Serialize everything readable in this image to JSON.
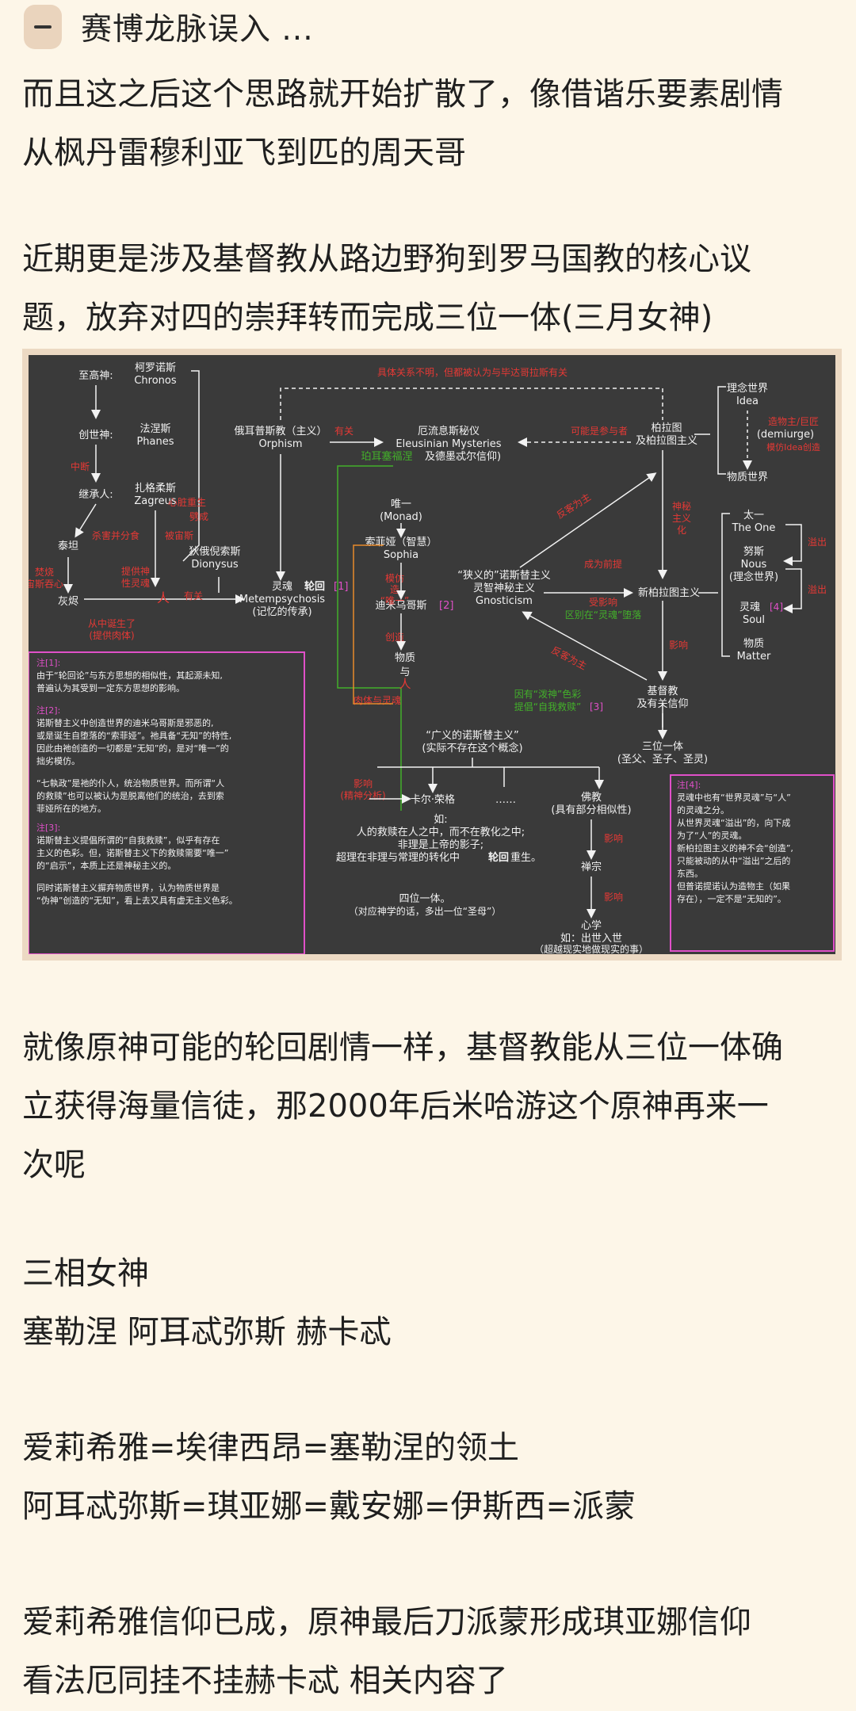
{
  "header": {
    "title": "赛博龙脉误入 ..."
  },
  "paragraphs": [
    [
      "而且这之后这个思路就开始扩散了，像借谐乐要素剧情",
      "从枫丹雷穆利亚飞到匹的周天哥"
    ],
    [
      "近期更是涉及基督教从路边野狗到罗马国教的核心议",
      "题，放弃对四的崇拜转而完成三位一体(三月女神)"
    ],
    [
      "就像原神可能的轮回剧情一样，基督教能从三位一体确",
      "立获得海量信徒，那2000年后米哈游这个原神再来一",
      "次呢"
    ],
    [
      "三相女神",
      "塞勒涅 阿耳忒弥斯 赫卡忒"
    ],
    [
      "爱莉希雅=埃律西昂=塞勒涅的领土",
      "阿耳忒弥斯=琪亚娜=戴安娜=伊斯西=派蒙"
    ],
    [
      "爱莉希雅信仰已成，原神最后刀派蒙形成琪亚娜信仰",
      "看法厄同挂不挂赫卡忒 相关内容了"
    ]
  ],
  "diagram": {
    "colors": {
      "bg": "#3a3a3a",
      "text": "#f2f2f2",
      "red": "#e53935",
      "green": "#43b02a",
      "pink": "#e050c8",
      "orange": "#e8892a"
    },
    "left_chain": {
      "labels": [
        "至高神:",
        "创世神:",
        "继承人:",
        "泰坦",
        "灰烬"
      ],
      "nodes": [
        "柯罗诺斯",
        "Chronos",
        "法涅斯",
        "Phanes",
        "扎格柔斯",
        "Zagreus",
        "狄俄倪索斯",
        "Dionysus"
      ],
      "red": [
        "中断",
        "杀害并分食",
        "被宙斯",
        "劈成",
        "焚烧",
        "宙斯吞心",
        "心脏重生",
        "从中诞生了",
        "(提供肉体)",
        "提供神",
        "性灵魂",
        "有关"
      ],
      "person": "人"
    },
    "center": {
      "orphism": [
        "俄耳普斯教（主义）",
        "Orphism"
      ],
      "eleusis": [
        "厄流息斯秘仪",
        "Eleusinian Mysteries"
      ],
      "eleusis_green_a": "珀耳塞福涅",
      "eleusis_rest": "及德墨忒尔信仰)",
      "top_note": "具体关系不明，但都被认为与毕达哥拉斯有关",
      "plato_note": "可能是参与者",
      "orphism_rel": "有关",
      "soul": [
        "灵魂",
        "轮回",
        "[1]",
        "Metempsychosis",
        "(记忆的传承)"
      ]
    },
    "gnostic": {
      "monad": [
        "唯一",
        "(Monad)"
      ],
      "sophia": [
        "索菲娅（智慧）",
        "Sophia"
      ],
      "demiurge": [
        "迪米乌哥斯",
        "[2]"
      ],
      "matter": [
        "物质",
        "与"
      ],
      "person": "人",
      "red": [
        "模仿",
        "造",
        "“唯一”",
        "创造",
        "创造",
        "肉体与灵魂"
      ],
      "main": [
        "“狭义的”诺斯替主义",
        "灵智神秘主义",
        "Gnosticism"
      ],
      "green": [
        "区别在“灵魂”堕落",
        "因有“泼神”色彩",
        "提倡“自我救赎”",
        "[3]"
      ],
      "red_rel": [
        "反客为主",
        "成为前提",
        "受影响",
        "影响",
        "反客为主",
        "影响"
      ]
    },
    "right": {
      "plato": [
        "柏拉图",
        "及柏拉图主义"
      ],
      "idea": [
        "理念世界",
        "Idea"
      ],
      "demiurge_r": [
        "造物主/巨匠",
        "(demiurge)",
        "模仿Idea创造"
      ],
      "material": "物质世界",
      "neoplatonism": "新柏拉图主义",
      "one": [
        "太一",
        "The One"
      ],
      "nous": [
        "努斯",
        "Nous",
        "(理念世界)"
      ],
      "soul": [
        "灵魂",
        "[4]",
        "Soul"
      ],
      "matter": [
        "物质",
        "Matter"
      ],
      "red": [
        "神秘",
        "主义",
        "化",
        "溢出",
        "溢出"
      ]
    },
    "bottom": {
      "christ": [
        "基督教",
        "及有关信仰"
      ],
      "trinity": [
        "三位一体",
        "(圣父、圣子、圣灵)"
      ],
      "broad": [
        "“广义的诺斯替主义”",
        "(实际不存在这个概念)"
      ],
      "karl": "卡尔·荣格",
      "dots": "……",
      "buddhism": [
        "佛教",
        "(具有部分相似性)"
      ],
      "zen": "禅宗",
      "xinxue": [
        "心学",
        "如：出世入世",
        "（超越现实地做现实的事）"
      ],
      "karl_red": [
        "影响",
        "(精神分析)"
      ],
      "bud_red": [
        "影响",
        "影响"
      ],
      "example": [
        "如:",
        "人的救赎在人之中，而不在教化之中;",
        "非理是上帝的影子;",
        "超理在非理与常理的转化中",
        "轮回",
        "重生。"
      ],
      "four": [
        "四位一体。",
        "（对应神学的话，多出一位“圣母”）"
      ]
    },
    "notes_left": [
      "注[1]:",
      "由于“轮回论”与东方思想的相似性，其起源未知,",
      "普遍认为其受到一定东方思想的影响。",
      "注[2]:",
      "诺斯替主义中创造世界的迪米乌哥斯是邪恶的,",
      "或是诞生自堕落的“索菲娅”。祂具备“无知”的特性,",
      "因此由祂创造的一切都是“无知”的，是对“唯一”的",
      "拙劣模仿。",
      "“七執政”是祂的仆人，统治物质世界。而所谓“人",
      "的救赎”也可以被认为是脱离他们的统治，去到索",
      "菲娅所在的地方。",
      "注[3]:",
      "诺斯替主义提倡所谓的“自我救赎”，似乎有存在",
      "主义的色彩。但，诺斯替主义下的救赎需要“唯一”",
      "的“启示”，本质上还是神秘主义的。",
      "同时诺斯替主义摒弃物质世界，认为物质世界是",
      "“伪神”创造的“无知”，看上去又具有虚无主义色彩。"
    ],
    "notes_right": [
      "注[4]:",
      "灵魂中也有“世界灵魂”与“人”",
      "的灵魂之分。",
      "从世界灵魂“溢出”的，向下成",
      "为了“人”的灵魂。",
      "新柏拉图主义的神不会“创造”,",
      "只能被动的从中“溢出”之后的",
      "东西。",
      "但普诺提诺认为造物主（如果",
      "存在），一定不是“无知的”。"
    ]
  }
}
